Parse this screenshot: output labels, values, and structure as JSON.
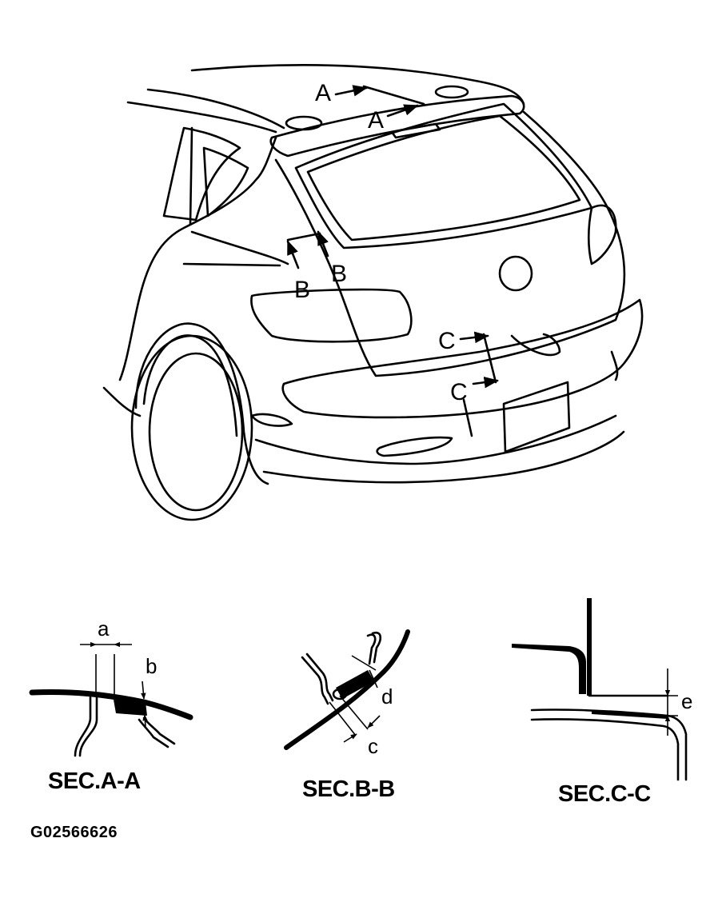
{
  "callouts": {
    "a1": "A",
    "a2": "A",
    "b1": "B",
    "b2": "B",
    "c1": "C",
    "c2": "C"
  },
  "dimensions": {
    "a": "a",
    "b": "b",
    "c": "c",
    "d": "d",
    "e": "e"
  },
  "sections": {
    "aa": "SEC.A-A",
    "bb": "SEC.B-B",
    "cc": "SEC.C-C"
  },
  "figure_code": "G02566626"
}
